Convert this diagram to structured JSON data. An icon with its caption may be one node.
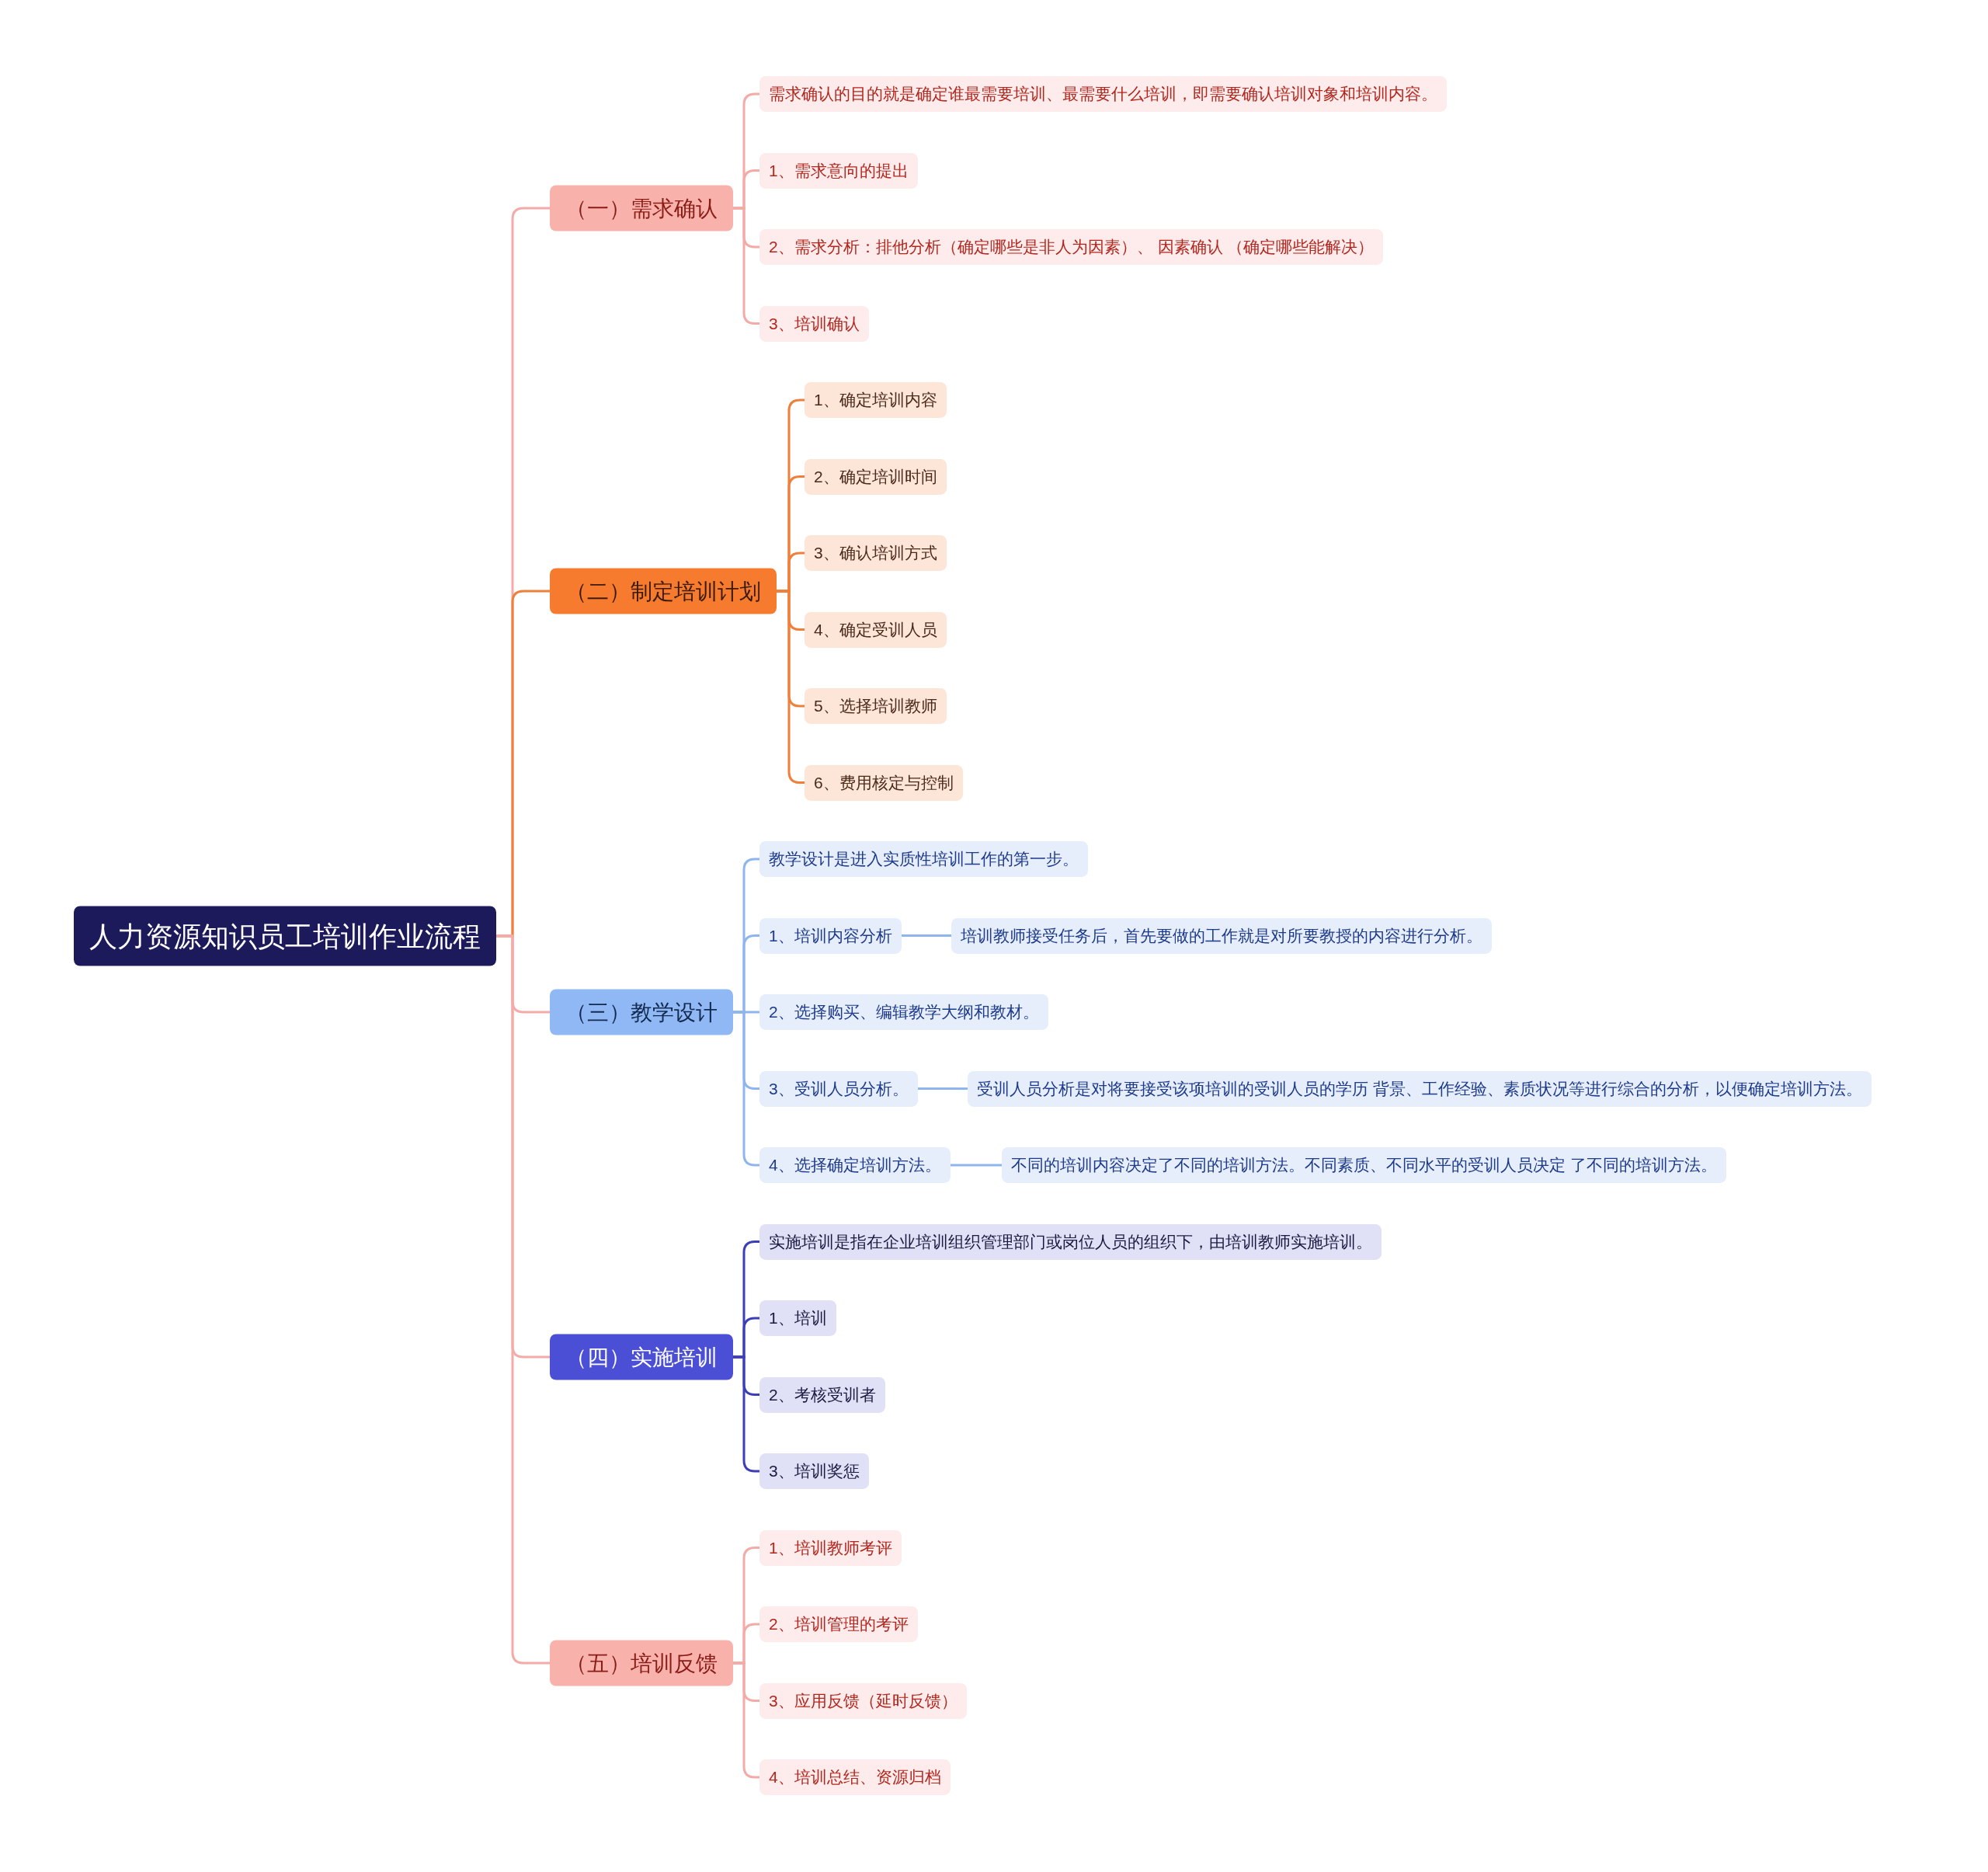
{
  "diagram": {
    "nodes": [
      {
        "text": [
          "人力资源知识员工培训作业流程"
        ]
      },
      {
        "text": [
          "（一）需求确认"
        ]
      },
      {
        "text": [
          "需求确认的目的就是确定谁最需要培训、最需要什么培训，即需要确认培训对象和培训内容。"
        ]
      },
      {
        "text": [
          "1、需求意向的提出"
        ]
      },
      {
        "text": [
          "2、需求分析：排他分析（确定哪些是非人为因素）、 因素确认 （确定哪些能解决）"
        ]
      },
      {
        "text": [
          "3、培训确认"
        ]
      },
      {
        "text": [
          "（二）制定培训计划"
        ]
      },
      {
        "text": [
          "1、确定培训内容"
        ]
      },
      {
        "text": [
          "2、确定培训时间"
        ]
      },
      {
        "text": [
          "3、确认培训方式"
        ]
      },
      {
        "text": [
          "4、确定受训人员"
        ]
      },
      {
        "text": [
          "5、选择培训教师"
        ]
      },
      {
        "text": [
          "6、费用核定与控制"
        ]
      },
      {
        "text": [
          "（三）教学设计"
        ]
      },
      {
        "text": [
          "教学设计是进入实质性培训工作的第一步。"
        ]
      },
      {
        "text": [
          "1、培训内容分析"
        ]
      },
      {
        "text": [
          "培训教师接受任务后，首先要做的工作就是对所要教授的内容进行分析。"
        ]
      },
      {
        "text": [
          "2、选择购买、编辑教学大纲和教材。"
        ]
      },
      {
        "text": [
          "3、受训人员分析。"
        ]
      },
      {
        "text": [
          "受训人员分析是对将要接受该项培训的受训人员的学历 背景、工作经验、素质状况等进行综合的分析，以便确定培训方法。"
        ]
      },
      {
        "text": [
          "4、选择确定培训方法。"
        ]
      },
      {
        "text": [
          "不同的培训内容决定了不同的培训方法。不同素质、不同水平的受训人员决定 了不同的培训方法。"
        ]
      },
      {
        "text": [
          "（四）实施培训"
        ]
      },
      {
        "text": [
          "实施培训是指在企业培训组织管理部门或岗位人员的组织下，由培训教师实施培训。"
        ]
      },
      {
        "text": [
          "1、培训"
        ]
      },
      {
        "text": [
          "2、考核受训者"
        ]
      },
      {
        "text": [
          "3、培训奖惩"
        ]
      },
      {
        "text": [
          "（五）培训反馈"
        ]
      },
      {
        "text": [
          "1、培训教师考评"
        ]
      },
      {
        "text": [
          "2、培训管理的考评"
        ]
      },
      {
        "text": [
          "3、应用反馈（延时反馈）"
        ]
      },
      {
        "text": [
          "4、培训总结、资源归档"
        ]
      }
    ],
    "edges": [
      {
        "from": 0,
        "to": 1,
        "arrow": "none",
        "color": "#f4aaa6"
      },
      {
        "from": 0,
        "to": 6,
        "arrow": "none",
        "color": "#ef7f3a"
      },
      {
        "from": 0,
        "to": 13,
        "arrow": "none",
        "color": "#f4aaa6"
      },
      {
        "from": 0,
        "to": 22,
        "arrow": "none",
        "color": "#f4aaa6"
      },
      {
        "from": 0,
        "to": 27,
        "arrow": "none",
        "color": "#f4aaa6"
      },
      {
        "from": 1,
        "to": 2,
        "arrow": "none",
        "color": "#f4aaa6"
      },
      {
        "from": 1,
        "to": 3,
        "arrow": "none",
        "color": "#f4aaa6"
      },
      {
        "from": 1,
        "to": 4,
        "arrow": "none",
        "color": "#f4aaa6"
      },
      {
        "from": 1,
        "to": 5,
        "arrow": "none",
        "color": "#f4aaa6"
      },
      {
        "from": 6,
        "to": 7,
        "arrow": "none",
        "color": "#ef7f3a"
      },
      {
        "from": 6,
        "to": 8,
        "arrow": "none",
        "color": "#ef7f3a"
      },
      {
        "from": 6,
        "to": 9,
        "arrow": "none",
        "color": "#ef7f3a"
      },
      {
        "from": 6,
        "to": 10,
        "arrow": "none",
        "color": "#ef7f3a"
      },
      {
        "from": 6,
        "to": 11,
        "arrow": "none",
        "color": "#ef7f3a"
      },
      {
        "from": 6,
        "to": 12,
        "arrow": "none",
        "color": "#ef7f3a"
      },
      {
        "from": 13,
        "to": 14,
        "arrow": "none",
        "color": "#8fb5ef"
      },
      {
        "from": 13,
        "to": 15,
        "arrow": "none",
        "color": "#8fb5ef"
      },
      {
        "from": 15,
        "to": 16,
        "arrow": "none",
        "color": "#8fb5ef"
      },
      {
        "from": 13,
        "to": 17,
        "arrow": "none",
        "color": "#8fb5ef"
      },
      {
        "from": 13,
        "to": 18,
        "arrow": "none",
        "color": "#8fb5ef"
      },
      {
        "from": 18,
        "to": 19,
        "arrow": "none",
        "color": "#8fb5ef"
      },
      {
        "from": 13,
        "to": 20,
        "arrow": "none",
        "color": "#8fb5ef"
      },
      {
        "from": 20,
        "to": 21,
        "arrow": "none",
        "color": "#8fb5ef"
      },
      {
        "from": 22,
        "to": 23,
        "arrow": "none",
        "color": "#3d3fb8"
      },
      {
        "from": 22,
        "to": 24,
        "arrow": "none",
        "color": "#3d3fb8"
      },
      {
        "from": 22,
        "to": 25,
        "arrow": "none",
        "color": "#3d3fb8"
      },
      {
        "from": 22,
        "to": 26,
        "arrow": "none",
        "color": "#3d3fb8"
      },
      {
        "from": 27,
        "to": 28,
        "arrow": "none",
        "color": "#f4aaa6"
      },
      {
        "from": 27,
        "to": 29,
        "arrow": "none",
        "color": "#f4aaa6"
      },
      {
        "from": 27,
        "to": 30,
        "arrow": "none",
        "color": "#f4aaa6"
      },
      {
        "from": 27,
        "to": 31,
        "arrow": "none",
        "color": "#f4aaa6"
      }
    ]
  }
}
